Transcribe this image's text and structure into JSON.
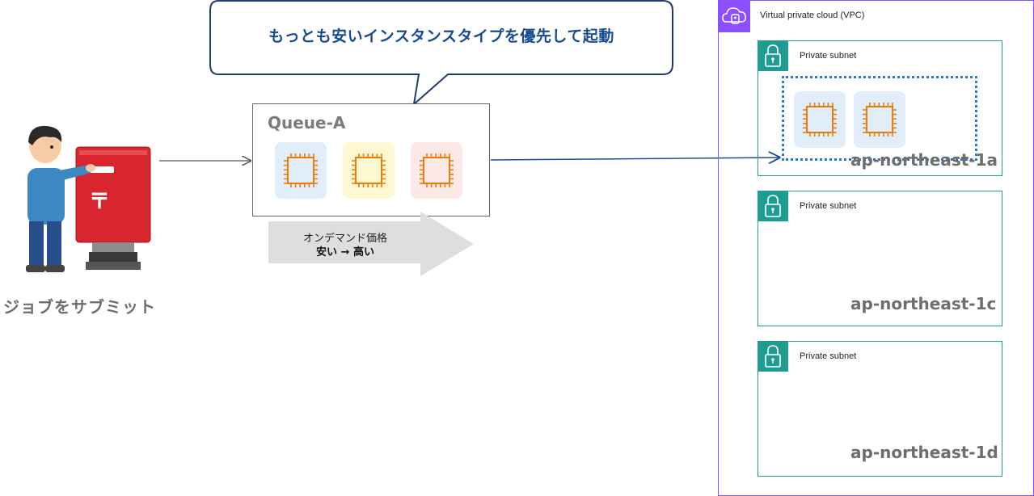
{
  "bubble": {
    "text": "もっとも安いインスタンスタイプを優先して起動"
  },
  "queue": {
    "title": "Queue-A",
    "instances": [
      {
        "icon": "ec2-chip-icon",
        "bg": "#e1eefa"
      },
      {
        "icon": "ec2-chip-icon",
        "bg": "#fdf8d2"
      },
      {
        "icon": "ec2-chip-icon",
        "bg": "#fde8e8"
      }
    ]
  },
  "price": {
    "line1": "オンデマンド価格",
    "line2": "安い → 高い"
  },
  "submitter": {
    "label": "ジョブをサブミット"
  },
  "vpc": {
    "label": "Virtual private cloud (VPC)",
    "color": "#8c4fff",
    "subnets": [
      {
        "label": "Private subnet",
        "az": "ap-northeast-1a",
        "instances": 2
      },
      {
        "label": "Private subnet",
        "az": "ap-northeast-1c",
        "instances": 0
      },
      {
        "label": "Private subnet",
        "az": "ap-northeast-1d",
        "instances": 0
      }
    ]
  },
  "colors": {
    "chip": "#e87d0d",
    "subnet": "#1e9c92",
    "bubbleText": "#1a4a8f",
    "dotted": "#2a78c8"
  }
}
